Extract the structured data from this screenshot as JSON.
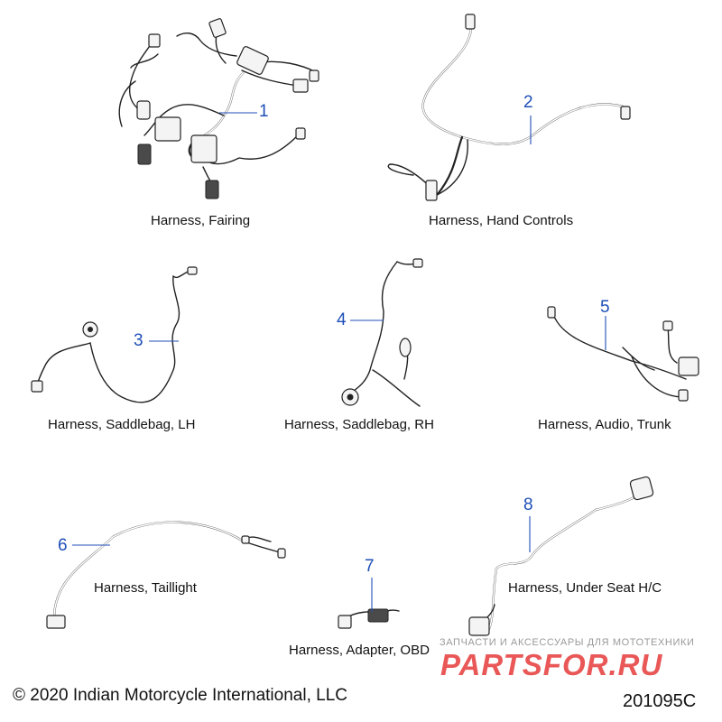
{
  "parts": [
    {
      "number": "1",
      "caption": "Harness, Fairing"
    },
    {
      "number": "2",
      "caption": "Harness, Hand Controls"
    },
    {
      "number": "3",
      "caption": "Harness, Saddlebag, LH"
    },
    {
      "number": "4",
      "caption": "Harness, Saddlebag, RH"
    },
    {
      "number": "5",
      "caption": "Harness, Audio, Trunk"
    },
    {
      "number": "6",
      "caption": "Harness, Taillight"
    },
    {
      "number": "7",
      "caption": "Harness, Adapter, OBD"
    },
    {
      "number": "8",
      "caption": "Harness, Under Seat H/C"
    }
  ],
  "footer": {
    "copyright": "© 2020 Indian Motorcycle International, LLC",
    "reference": "201095C"
  },
  "watermark": {
    "tagline": "ЗАПЧАСТИ И АКСЕССУАРЫ ДЛЯ МОТОТЕХНИКИ",
    "logo": "PARTSFOR.RU"
  },
  "colors": {
    "callout": "#1f4fb8",
    "watermark_logo": "#e63a3a"
  }
}
